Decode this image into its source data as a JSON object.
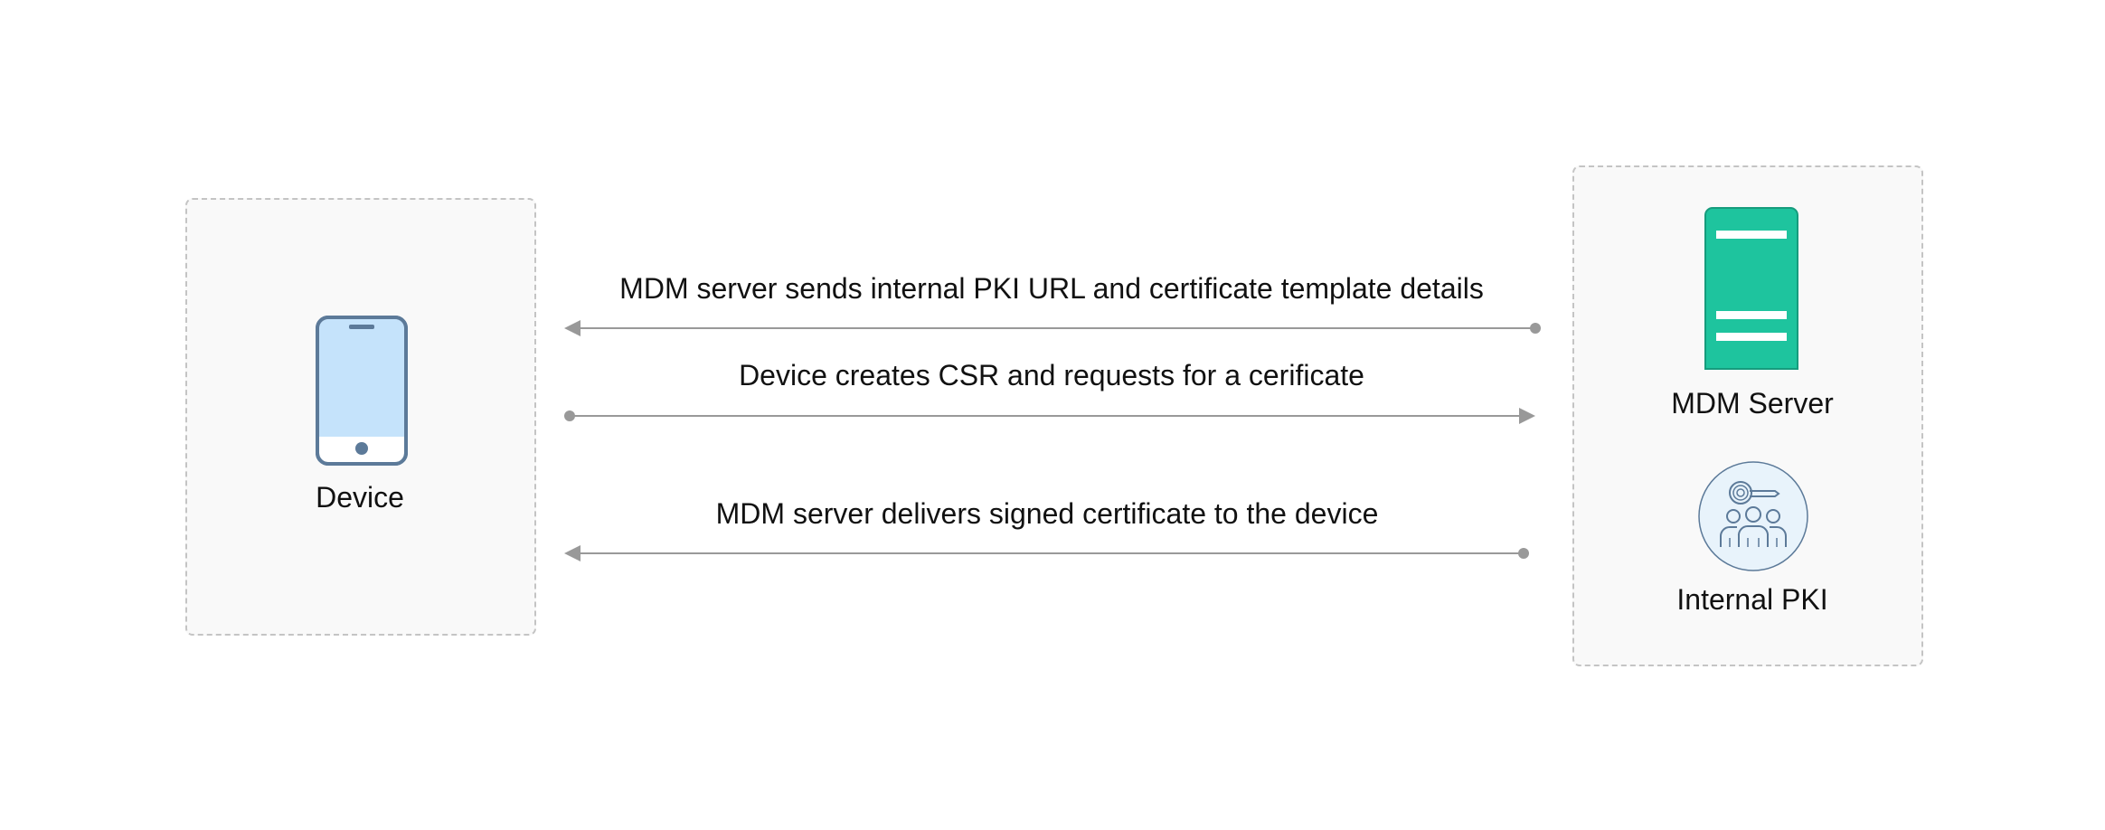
{
  "nodes": {
    "device": {
      "label": "Device",
      "icon": "smartphone-icon"
    },
    "mdm_server": {
      "label": "MDM Server",
      "icon": "server-icon"
    },
    "internal_pki": {
      "label": "Internal PKI",
      "icon": "pki-group-key-icon"
    }
  },
  "messages": [
    {
      "text": "MDM server sends internal PKI URL and certificate template details",
      "from": "mdm_server",
      "to": "device"
    },
    {
      "text": "Device creates CSR and requests for a cerificate",
      "from": "device",
      "to": "mdm_server"
    },
    {
      "text": "MDM server delivers signed certificate to the device",
      "from": "mdm_server",
      "to": "device"
    }
  ],
  "colors": {
    "phone_body": "#c5e3fb",
    "phone_stroke": "#5c7a99",
    "server_fill": "#1ec49e",
    "server_stroke": "#169c7d",
    "pki_fill": "#e8f3fb",
    "arrow": "#999999",
    "panel_border": "#c4c4c4",
    "panel_fill": "#f9f9f9"
  }
}
